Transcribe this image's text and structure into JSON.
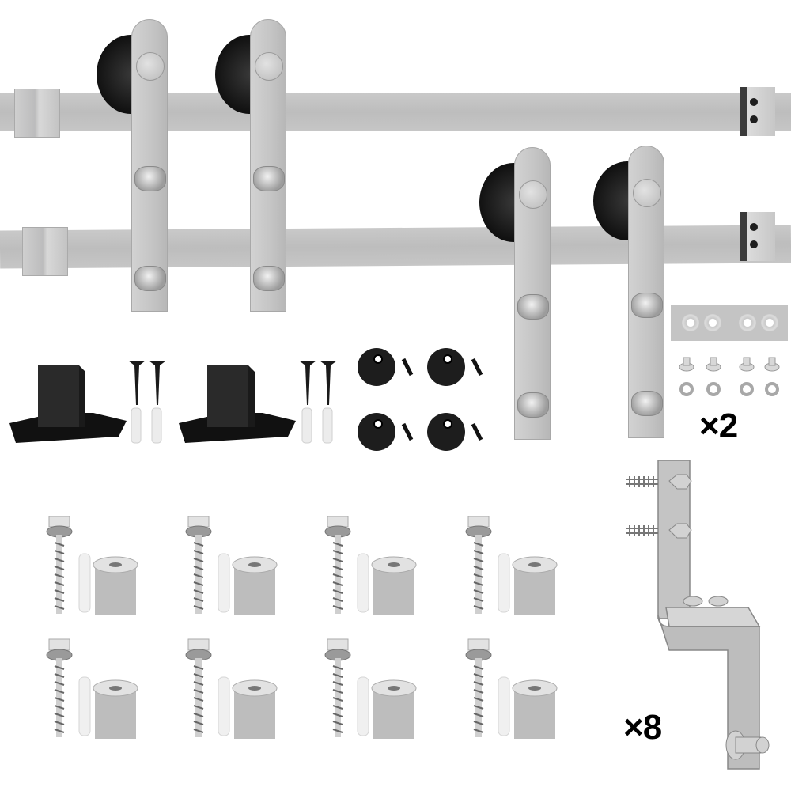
{
  "product": {
    "type": "double sliding barn door hardware kit",
    "colors": {
      "steel": "#c4c4c4",
      "wheel": "#1a1a1a",
      "background": "#ffffff",
      "label": "#000000"
    }
  },
  "rails": [
    {
      "position": "upper",
      "hangers": 2
    },
    {
      "position": "lower",
      "hangers": 2
    }
  ],
  "accessories": {
    "floor_guides": 2,
    "floor_guide_screws": 4,
    "wall_anchors": 4,
    "stopper_caps": 4,
    "stopper_screws": 4,
    "spacer_plate_holes": 4,
    "small_bolts": 4,
    "nuts": 4,
    "lag_screw_spacer_sets": 8
  },
  "labels": {
    "plate_kit_qty": "×2",
    "bracket_qty": "×8"
  }
}
